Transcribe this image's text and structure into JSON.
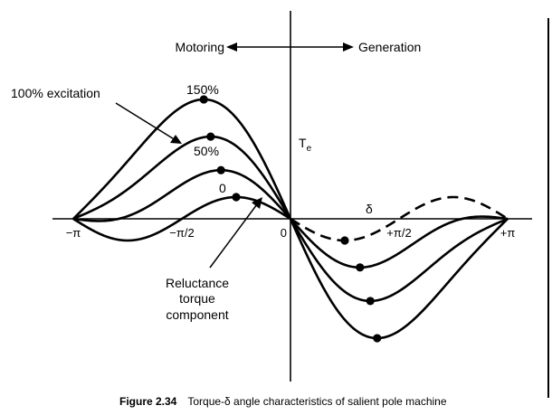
{
  "chart_data": {
    "type": "line",
    "x_unit": "radians",
    "xlim": [
      -3.1416,
      3.1416
    ],
    "ylim": [
      -0.75,
      0.75
    ],
    "ylabel_main": "T",
    "ylabel_sub": "e",
    "delta_label": "δ",
    "x_tick_labels": [
      "−π",
      "−π/2",
      "0",
      "+π/2",
      "+π"
    ],
    "x_tick_values": [
      -3.1416,
      -1.5708,
      0,
      1.5708,
      3.1416
    ],
    "direction_left": "Motoring",
    "direction_right": "Generation",
    "series": [
      {
        "name": "100% excitation",
        "excitation": 1.0,
        "a": 0.4,
        "b": 0.12
      },
      {
        "name": "150%",
        "excitation": 1.5,
        "a": 0.62,
        "b": 0.12
      },
      {
        "name": "50%",
        "excitation": 0.5,
        "a": 0.19,
        "b": 0.12
      },
      {
        "name": "0",
        "excitation": 0.0,
        "a": 0.0,
        "b": 0.12
      }
    ],
    "annotations": {
      "excitation_100": "100% excitation",
      "excitation_150": "150%",
      "excitation_50": "50%",
      "excitation_0": "0",
      "reluctance_1": "Reluctance",
      "reluctance_2": "torque",
      "reluctance_3": "component"
    }
  },
  "caption": {
    "figure_label": "Figure 2.34",
    "text": "Torque-δ angle characteristics of salient pole machine"
  }
}
